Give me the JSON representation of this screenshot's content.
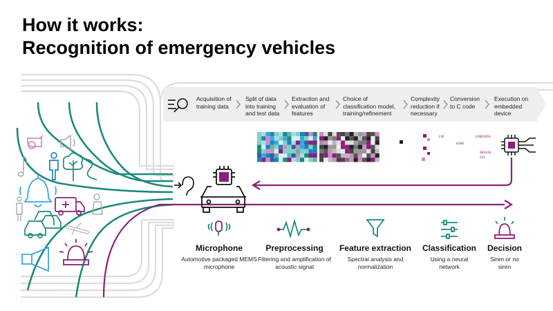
{
  "title": {
    "line1": "How it works:",
    "line2": "Recognition of emergency vehicles"
  },
  "icons": {
    "search": "search-icon",
    "ear": "ear-icon",
    "car": "car-with-chip-icon",
    "chip": "chip-icon",
    "whistle": "whistle-icon",
    "speaker": "speaker-icon",
    "note": "music-note-icon",
    "person": "person-icon",
    "tree": "tree-icon",
    "bell": "bell-icon",
    "ambulance": "ambulance-icon",
    "horn": "horn-icon",
    "siren": "siren-icon"
  },
  "workflow_steps": [
    {
      "label": "Acquisition of training data"
    },
    {
      "label": "Split of data into training and test data"
    },
    {
      "label": "Extraction and evaluation of features"
    },
    {
      "label": "Choice of classification model, training/refinement"
    },
    {
      "label": "Complexity reduction if necessary"
    },
    {
      "label": "Conversion to C code"
    },
    {
      "label": "Execution on embedded device"
    }
  ],
  "binary_snippets": [
    "110",
    "0100",
    "01001010",
    "001010",
    "011"
  ],
  "stages": [
    {
      "title": "Microphone",
      "desc": "Automotive packaged MEMS microphone",
      "icon": "microphone-icon"
    },
    {
      "title": "Preprocessing",
      "desc": "Filtering and amplification of acoustic signal",
      "icon": "waveform-icon"
    },
    {
      "title": "Feature extraction",
      "desc": "Spectral analysis and normalization",
      "icon": "funnel-icon"
    },
    {
      "title": "Classification",
      "desc": "Using a neural network",
      "icon": "sliders-icon"
    },
    {
      "title": "Decision",
      "desc": "Siren or no siren",
      "icon": "siren-icon"
    }
  ],
  "colors": {
    "teal": "#1a8a7a",
    "purple": "#8a1f7a",
    "blue": "#1f7fc4",
    "lightblue": "#3aa6dd",
    "gray": "#d8d8d8",
    "banner": "#eeeeee"
  }
}
